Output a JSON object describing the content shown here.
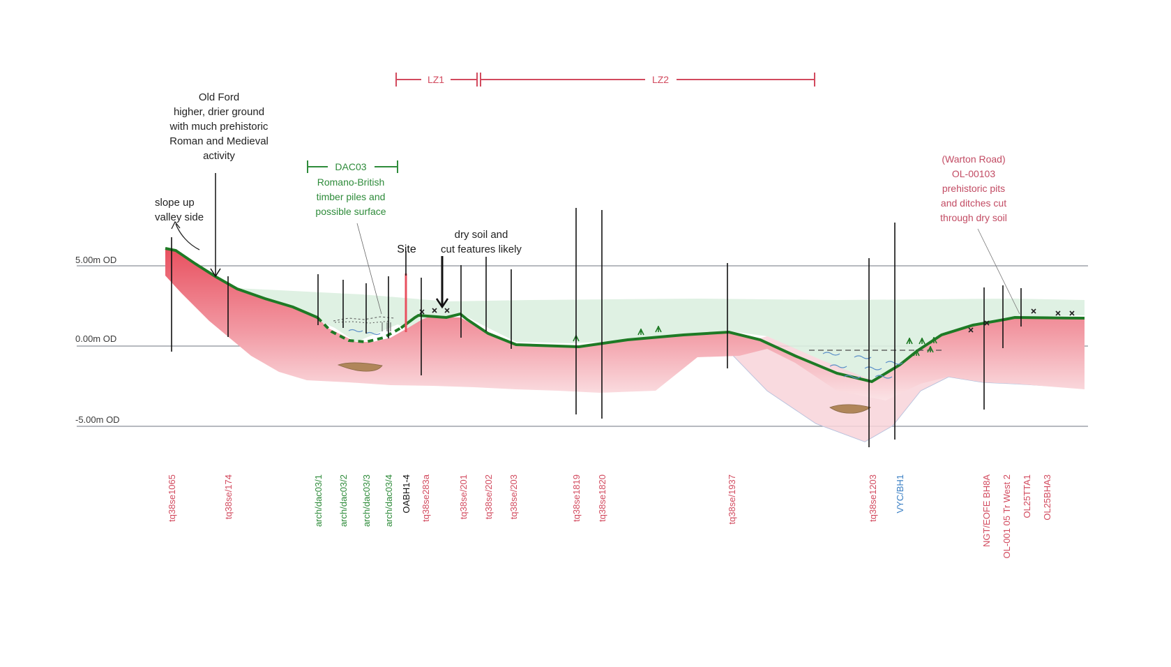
{
  "zones": {
    "lz1": "LZ1",
    "lz2": "LZ2"
  },
  "datum": {
    "plus5": "5.00m OD",
    "zero": "0.00m OD",
    "minus5": "-5.00m OD"
  },
  "annotations": {
    "old_ford": [
      "Old Ford",
      "higher, drier ground",
      "with much prehistoric",
      "Roman and Medieval",
      "activity"
    ],
    "slope": [
      "slope up",
      "valley side"
    ],
    "dac03_label": "DAC03",
    "dac03_desc": [
      "Romano-British",
      "timber piles and",
      "possible surface"
    ],
    "site": "Site",
    "dry_soil": [
      "dry soil and",
      "cut features likely"
    ],
    "warton": [
      "(Warton Road)",
      "OL-00103",
      "prehistoric pits",
      "and ditches cut",
      "through dry soil"
    ]
  },
  "boreholes": [
    {
      "label": "tq38se1065",
      "color": "#d24a5e"
    },
    {
      "label": "tq38se/174",
      "color": "#d24a5e"
    },
    {
      "label": "arch/dac03/1",
      "color": "#2e8b3a"
    },
    {
      "label": "arch/dac03/2",
      "color": "#2e8b3a"
    },
    {
      "label": "arch/dac03/3",
      "color": "#2e8b3a"
    },
    {
      "label": "arch/dac03/4",
      "color": "#2e8b3a"
    },
    {
      "label": "OABH1-4",
      "color": "#111111"
    },
    {
      "label": "tq38se283a",
      "color": "#d24a5e"
    },
    {
      "label": "tq38se/201",
      "color": "#d24a5e"
    },
    {
      "label": "tq38se/202",
      "color": "#d24a5e"
    },
    {
      "label": "tq38se/203",
      "color": "#d24a5e"
    },
    {
      "label": "tq38se1819",
      "color": "#d24a5e"
    },
    {
      "label": "tq38se1820",
      "color": "#d24a5e"
    },
    {
      "label": "tq38se/1937",
      "color": "#d24a5e"
    },
    {
      "label": "tq38se1203",
      "color": "#d24a5e"
    },
    {
      "label": "VYC/BH1",
      "color": "#3a7fc4"
    },
    {
      "label": "NGT/EOFE BH8A",
      "color": "#d24a5e"
    },
    {
      "label": "OL-001 05 Tr West 2",
      "color": "#d24a5e"
    },
    {
      "label": "OL25TTA1",
      "color": "#d24a5e"
    },
    {
      "label": "OL25BHA3",
      "color": "#d24a5e"
    }
  ],
  "colors": {
    "deposit": "#e8505f",
    "deposit_light": "#f7c9cf",
    "alluvium": "#dcefe0",
    "ground_line": "#1e7a25",
    "zone_line": "#d24a5e",
    "dac03": "#2e8b3a",
    "warton": "#c24b63"
  }
}
